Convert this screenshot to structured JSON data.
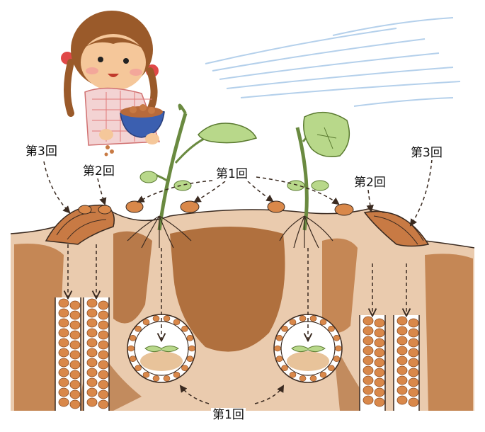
{
  "labels": {
    "round3_left": "第3回",
    "round2_left": "第2回",
    "round1_top": "第1回",
    "round2_right": "第2回",
    "round3_right": "第3回",
    "round1_bottom": "第1回"
  },
  "colors": {
    "soil_dark": "#a8683a",
    "soil_mid": "#c58755",
    "soil_light": "#d9a06c",
    "fertilizer": "#d9884a",
    "line": "#3a2a20",
    "leaf": "#b8d88a",
    "sky": "#a8c8e8",
    "bowl": "#3b5fb0",
    "skin": "#f5c79a",
    "hair": "#9a5a2a"
  }
}
